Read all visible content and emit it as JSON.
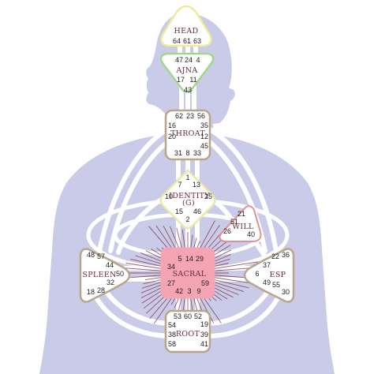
{
  "colors": {
    "body": "#c9cbe8",
    "channel": "#ffffff",
    "center_fill": "#ffffff",
    "head": "#f0ea9c",
    "ajna": "#9fd88a",
    "throat": "#b9a58a",
    "identity": "#ece9a5",
    "will": "#e38f96",
    "spleen": "#b9a58a",
    "esp": "#b9a58a",
    "root": "#b9a58a",
    "sacral_fill": "#f5a4b4",
    "sacral_rays": "#7c2a3a",
    "label": "#6b2a3a"
  },
  "centers": {
    "head": {
      "label": "HEAD",
      "gates": [
        "64",
        "61",
        "63"
      ]
    },
    "ajna": {
      "label": "AJNA",
      "gates": [
        "47",
        "24",
        "4",
        "17",
        "11",
        "43"
      ]
    },
    "throat": {
      "label": "THROAT",
      "gates": [
        "62",
        "23",
        "56",
        "16",
        "35",
        "20",
        "12",
        "45",
        "31",
        "8",
        "33"
      ]
    },
    "identity": {
      "label": "IDENTITY",
      "sublabel": "(G)",
      "gates": [
        "1",
        "7",
        "13",
        "10",
        "25",
        "15",
        "2",
        "46"
      ]
    },
    "will": {
      "label": "WILL",
      "gates": [
        "21",
        "51",
        "26",
        "40"
      ]
    },
    "spleen": {
      "label": "SPLEEN",
      "gates": [
        "48",
        "57",
        "44",
        "50",
        "32",
        "28",
        "18"
      ]
    },
    "sacral": {
      "label": "SACRAL",
      "gates": [
        "5",
        "14",
        "29",
        "34",
        "27",
        "59",
        "42",
        "3",
        "9"
      ]
    },
    "esp": {
      "label": "ESP",
      "gates": [
        "36",
        "22",
        "37",
        "6",
        "49",
        "55",
        "30"
      ]
    },
    "root": {
      "label": "ROOT",
      "gates": [
        "53",
        "60",
        "52",
        "54",
        "19",
        "38",
        "39",
        "58",
        "41"
      ]
    }
  }
}
